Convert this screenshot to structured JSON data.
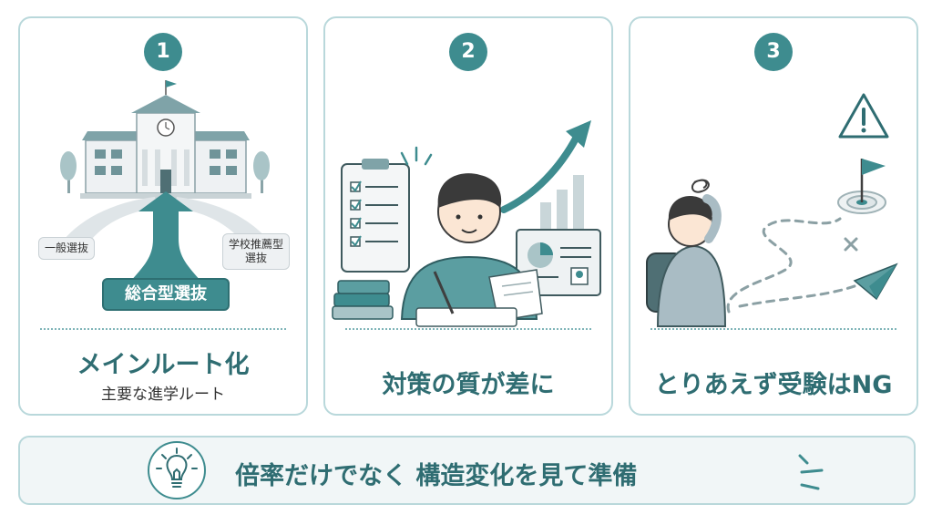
{
  "cards": [
    {
      "number": "1",
      "heading": "メインルート化",
      "subheading": "主要な進学ルート",
      "labels": {
        "left": "一般選抜",
        "right_line1": "学校推薦型",
        "right_line2": "選抜",
        "main": "総合型選抜"
      }
    },
    {
      "number": "2",
      "heading": "対策の質が差に"
    },
    {
      "number": "3",
      "heading": "とりあえず受験はNG"
    }
  ],
  "banner": {
    "text": "倍率だけでなく 構造変化を見て準備"
  },
  "colors": {
    "accent": "#3e8c8f",
    "accent_dark": "#2f6d72",
    "border": "#b9d8db",
    "banner_bg": "#f1f6f7"
  }
}
